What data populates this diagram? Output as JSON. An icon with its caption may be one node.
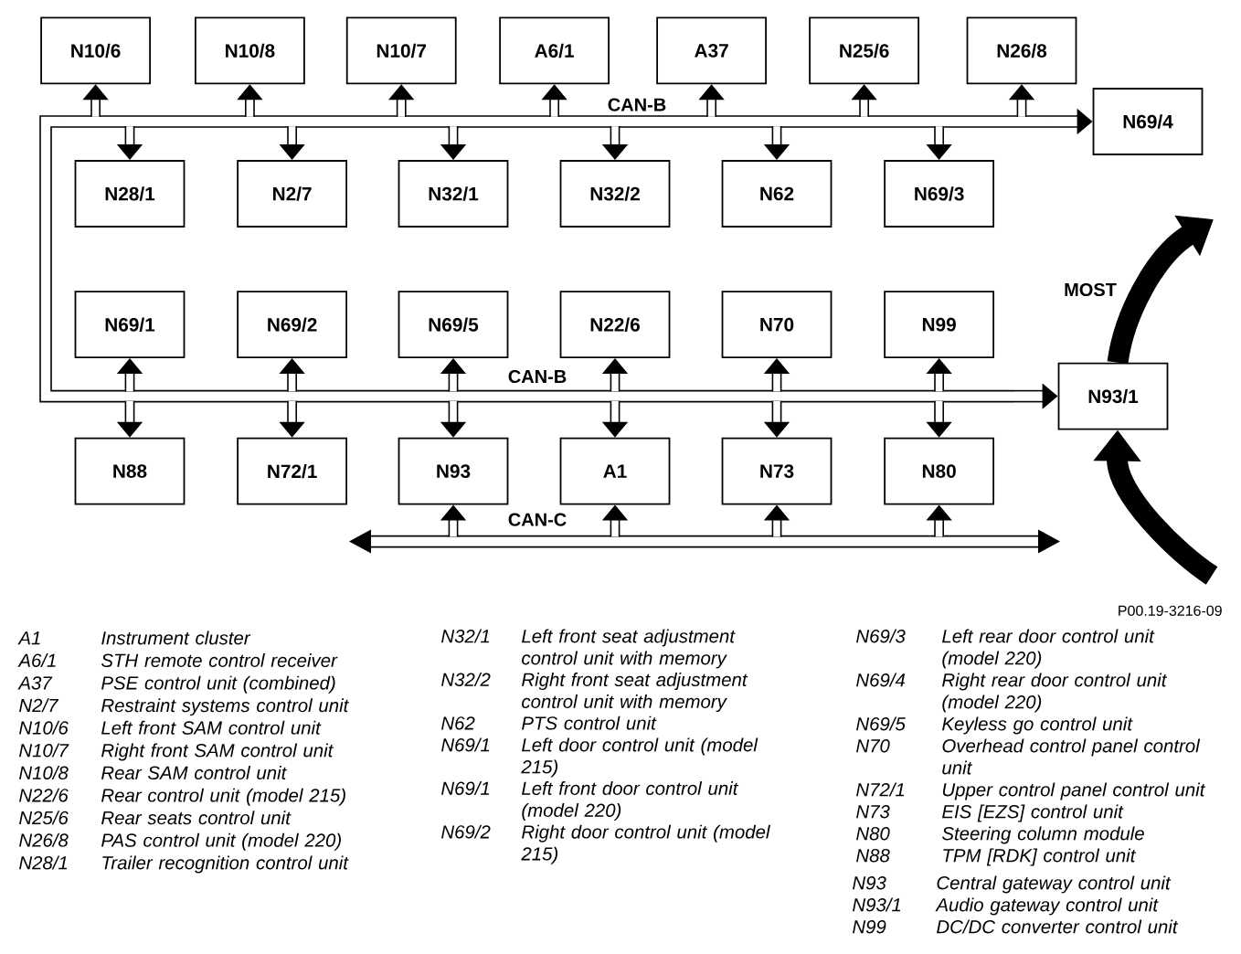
{
  "diagram": {
    "nodes": [
      {
        "text": [
          "N10/6"
        ]
      },
      {
        "text": [
          "N10/8"
        ]
      },
      {
        "text": [
          "N10/7"
        ]
      },
      {
        "text": [
          "A6/1"
        ]
      },
      {
        "text": [
          "A37"
        ]
      },
      {
        "text": [
          "N25/6"
        ]
      },
      {
        "text": [
          "N26/8"
        ]
      },
      {
        "text": [
          "N69/4"
        ]
      },
      {
        "text": [
          "CAN-B"
        ]
      },
      {
        "text": [
          "N28/1"
        ]
      },
      {
        "text": [
          "N2/7"
        ]
      },
      {
        "text": [
          "N32/1"
        ]
      },
      {
        "text": [
          "N32/2"
        ]
      },
      {
        "text": [
          "N62"
        ]
      },
      {
        "text": [
          "N69/3"
        ]
      },
      {
        "text": [
          "N69/1"
        ]
      },
      {
        "text": [
          "N69/2"
        ]
      },
      {
        "text": [
          "N69/5"
        ]
      },
      {
        "text": [
          "N22/6"
        ]
      },
      {
        "text": [
          "N70"
        ]
      },
      {
        "text": [
          "N99"
        ]
      },
      {
        "text": [
          "CAN-B"
        ]
      },
      {
        "text": [
          "N93/1"
        ]
      },
      {
        "text": [
          "N88"
        ]
      },
      {
        "text": [
          "N72/1"
        ]
      },
      {
        "text": [
          "N93"
        ]
      },
      {
        "text": [
          "A1"
        ]
      },
      {
        "text": [
          "N73"
        ]
      },
      {
        "text": [
          "N80"
        ]
      },
      {
        "text": [
          "CAN-C"
        ]
      }
    ],
    "edges": [
      {
        "from": 8,
        "to": 0,
        "arrow": "to"
      },
      {
        "from": 8,
        "to": 1,
        "arrow": "to"
      },
      {
        "from": 8,
        "to": 2,
        "arrow": "to"
      },
      {
        "from": 8,
        "to": 3,
        "arrow": "to"
      },
      {
        "from": 8,
        "to": 4,
        "arrow": "to"
      },
      {
        "from": 8,
        "to": 5,
        "arrow": "to"
      },
      {
        "from": 8,
        "to": 6,
        "arrow": "to"
      },
      {
        "from": 8,
        "to": 9,
        "arrow": "to"
      },
      {
        "from": 8,
        "to": 10,
        "arrow": "to"
      },
      {
        "from": 8,
        "to": 11,
        "arrow": "to"
      },
      {
        "from": 8,
        "to": 12,
        "arrow": "to"
      },
      {
        "from": 8,
        "to": 13,
        "arrow": "to"
      },
      {
        "from": 8,
        "to": 14,
        "arrow": "to"
      },
      {
        "from": 8,
        "to": 7,
        "arrow": "to"
      },
      {
        "from": 8,
        "to": 21,
        "arrow": "none"
      },
      {
        "from": 21,
        "to": 15,
        "arrow": "to"
      },
      {
        "from": 21,
        "to": 16,
        "arrow": "to"
      },
      {
        "from": 21,
        "to": 17,
        "arrow": "to"
      },
      {
        "from": 21,
        "to": 18,
        "arrow": "to"
      },
      {
        "from": 21,
        "to": 19,
        "arrow": "to"
      },
      {
        "from": 21,
        "to": 20,
        "arrow": "to"
      },
      {
        "from": 21,
        "to": 23,
        "arrow": "to"
      },
      {
        "from": 21,
        "to": 24,
        "arrow": "to"
      },
      {
        "from": 21,
        "to": 25,
        "arrow": "to"
      },
      {
        "from": 21,
        "to": 26,
        "arrow": "to"
      },
      {
        "from": 21,
        "to": 27,
        "arrow": "to"
      },
      {
        "from": 21,
        "to": 28,
        "arrow": "to"
      },
      {
        "from": 21,
        "to": 22,
        "arrow": "to"
      },
      {
        "from": 29,
        "to": 25,
        "arrow": "to"
      },
      {
        "from": 29,
        "to": 26,
        "arrow": "to"
      },
      {
        "from": 29,
        "to": 27,
        "arrow": "to"
      },
      {
        "from": 29,
        "to": 28,
        "arrow": "to"
      },
      {
        "from": 22,
        "to": null,
        "arrow": "to",
        "style": "thick",
        "label": "MOST"
      },
      {
        "from": null,
        "to": 22,
        "arrow": "to",
        "style": "thick"
      }
    ],
    "labels": [
      "A1",
      "Instrument cluster",
      "A6/1",
      "STH remote control receiver",
      "A37",
      "PSE control unit (combined)",
      "N2/7",
      "Restraint systems control unit",
      "N10/6",
      "Left front SAM control unit",
      "N10/7",
      "Right front SAM control unit",
      "N10/8",
      "Rear SAM control unit",
      "N22/6",
      "Rear control unit (model 215)",
      "N25/6",
      "Rear seats control unit",
      "N26/8",
      "PAS control unit (model 220)",
      "N28/1",
      "Trailer recognition control unit",
      "N32/1",
      "Left front seat adjustment control unit with memory",
      "N32/2",
      "Right front seat adjustment control unit with memory",
      "N62",
      "PTS control unit",
      "N69/1",
      "Left door control unit (model 215)",
      "N69/1",
      "Left front door control unit (model 220)",
      "N69/2",
      "Right door control unit (model 215)",
      "P00.19-3216-09",
      "N69/3",
      "Left rear door control unit (model 220)",
      "N69/4",
      "Right rear door control unit (model 220)",
      "N69/5",
      "Keyless go control unit",
      "N70",
      "Overhead control panel control unit",
      "N72/1",
      "Upper control panel control unit",
      "N73",
      "EIS [EZS] control unit",
      "N80",
      "Steering column module",
      "N88",
      "TPM [RDK] control unit",
      "N93",
      "Central gateway control unit",
      "N93/1",
      "Audio gateway control unit",
      "N99",
      "DC/DC converter control unit"
    ]
  }
}
